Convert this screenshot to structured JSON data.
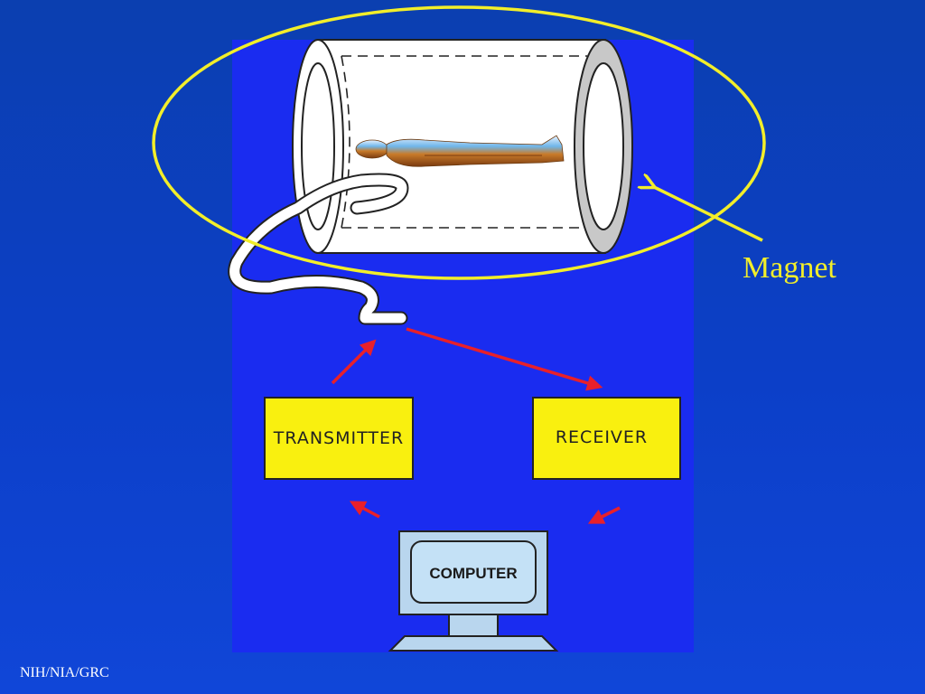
{
  "labels": {
    "magnet": "Magnet",
    "transmitter": "TRANSMITTER",
    "receiver": "RECEIVER",
    "computer": "COMPUTER",
    "footer": "NIH/NIA/GRC"
  },
  "colors": {
    "background": "#0c3fc8",
    "panel": "#1a2cf0",
    "highlight": "#f2ee2a",
    "box_fill": "#f9f00f",
    "signal_arrow": "#e8202a",
    "monitor_fill": "#b9d6ee"
  },
  "icons": [
    "mri-magnet-bore",
    "patient-figure",
    "rf-coil-cable",
    "computer-monitor"
  ]
}
